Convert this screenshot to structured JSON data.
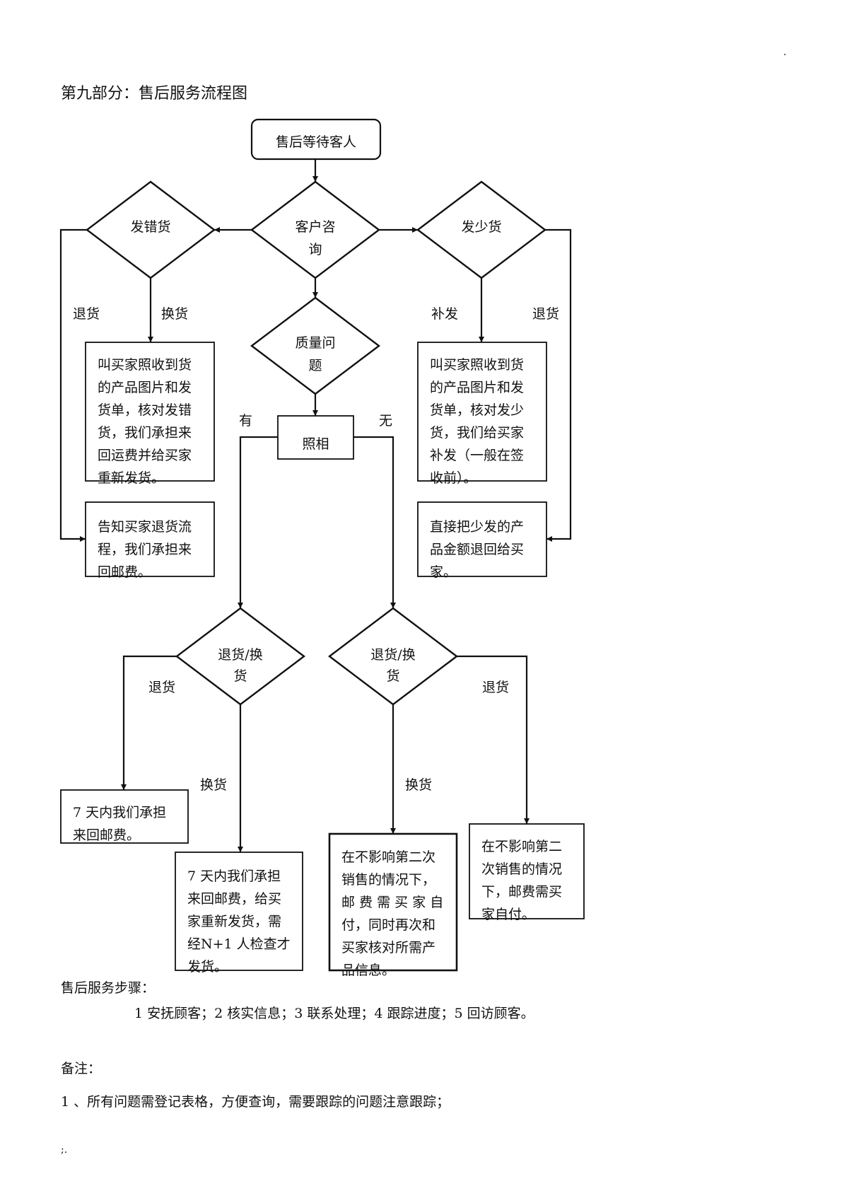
{
  "page": {
    "corner_mark": ".",
    "section_title": "第九部分：售后服务流程图",
    "steps_heading": "售后服务步骤：",
    "steps_text": "1 安抚顾客；2 核实信息；3 联系处理；4 跟踪进度；5 回访顾客。",
    "notes_heading": "备注：",
    "note_1": "1 、所有问题需登记表格，方便查询，需要跟踪的问题注意跟踪；",
    "footer_mark": ";."
  },
  "flowchart": {
    "nodes": {
      "start": {
        "type": "terminal",
        "lines": [
          "售后等待客人"
        ]
      },
      "consult": {
        "type": "decision",
        "lines": [
          "客户咨",
          "询"
        ]
      },
      "wrong_goods": {
        "type": "decision",
        "lines": [
          "发错货"
        ]
      },
      "short_goods": {
        "type": "decision",
        "lines": [
          "发少货"
        ]
      },
      "quality": {
        "type": "decision",
        "lines": [
          "质量问",
          "题"
        ]
      },
      "photo": {
        "type": "process",
        "lines": [
          "照相"
        ]
      },
      "wrong_exchange_box": {
        "type": "process",
        "lines": [
          "叫买家照收到货",
          "的产品图片和发",
          "货单，核对发错",
          "货，我们承担来",
          "回运费并给买家",
          "重新发货。"
        ]
      },
      "wrong_return_box": {
        "type": "process",
        "lines": [
          "告知买家退货流",
          "程，我们承担来",
          "回邮费。"
        ]
      },
      "short_resend_box": {
        "type": "process",
        "lines": [
          "叫买家照收到货",
          "的产品图片和发",
          "货单，核对发少",
          "货，我们给买家",
          "补发（一般在签",
          "收前）。"
        ]
      },
      "short_refund_box": {
        "type": "process",
        "lines": [
          "直接把少发的产",
          "品金额退回给买",
          "家。"
        ]
      },
      "has_decision": {
        "type": "decision",
        "lines": [
          "退货/换",
          "货"
        ]
      },
      "none_decision": {
        "type": "decision",
        "lines": [
          "退货/换",
          "货"
        ]
      },
      "has_return_box": {
        "type": "process",
        "lines": [
          "7 天内我们承担",
          "来回邮费。"
        ]
      },
      "has_exchange_box": {
        "type": "process",
        "lines": [
          "7 天内我们承担",
          "来回邮费，给买",
          "家重新发货，需",
          "经N+1 人检查才",
          "发货。"
        ]
      },
      "none_exchange_box": {
        "type": "process",
        "lines": [
          "在不影响第二次",
          "销售的情况下，",
          "邮 费 需 买 家 自",
          "付，同时再次和",
          "买家核对所需产",
          "品信息。"
        ]
      },
      "none_return_box": {
        "type": "process",
        "lines": [
          "在不影响第二",
          "次销售的情况",
          "下，邮费需买",
          "家自付。"
        ]
      }
    },
    "edge_labels": {
      "wrong_return": "退货",
      "wrong_exchange": "换货",
      "short_resend": "补发",
      "short_return": "退货",
      "has": "有",
      "none": "无",
      "has_return": "退货",
      "has_exchange": "换货",
      "none_exchange": "换货",
      "none_return": "退货"
    }
  }
}
